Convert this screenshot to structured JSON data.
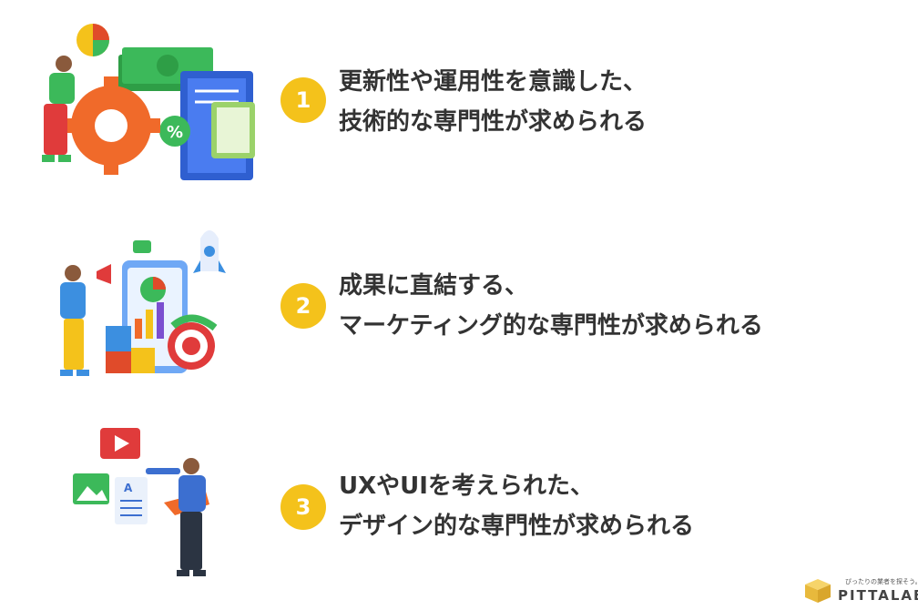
{
  "items": [
    {
      "number": "1",
      "line1": "更新性や運用性を意識した、",
      "line2": "技術的な専門性が求められる"
    },
    {
      "number": "2",
      "line1": "成果に直結する、",
      "line2": "マーケティング的な専門性が求められる"
    },
    {
      "number": "3",
      "line1": "UXやUIを考えられた、",
      "line2": "デザイン的な専門性が求められる"
    }
  ],
  "logo": {
    "tagline": "ぴったりの業者を探そう。",
    "name": "PITTALAB"
  },
  "colors": {
    "badge": "#f4c21b",
    "text": "#333333"
  }
}
